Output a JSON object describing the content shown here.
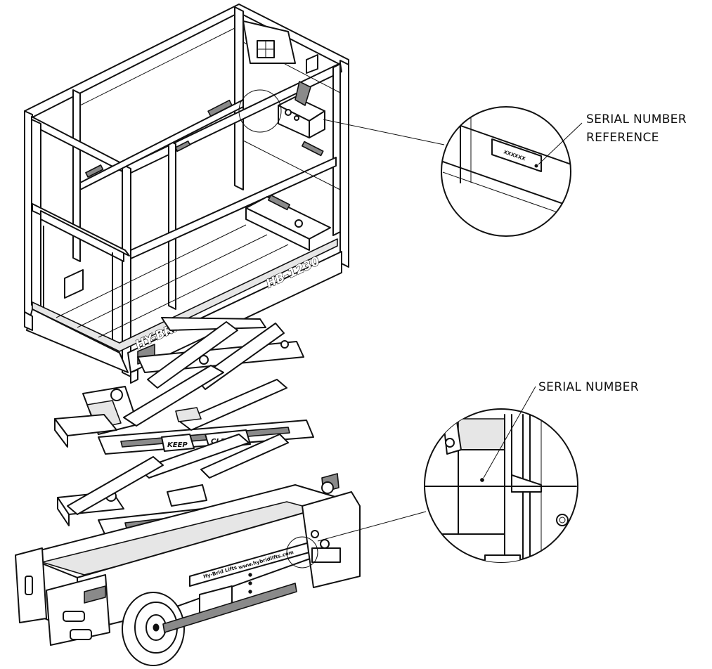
{
  "labels": {
    "serial_number_reference_line1": "SERIAL NUMBER",
    "serial_number_reference_line2": "REFERENCE",
    "serial_number": "SERIAL NUMBER"
  },
  "decals": {
    "model": "HB-1230",
    "brand": "HY-BRID",
    "keep": "KEEP",
    "clear": "CLEAR",
    "base_brand": "Hy-Brid Lifts",
    "website": "www.hybridlifts.com",
    "plate_text": "XXXXXX"
  }
}
